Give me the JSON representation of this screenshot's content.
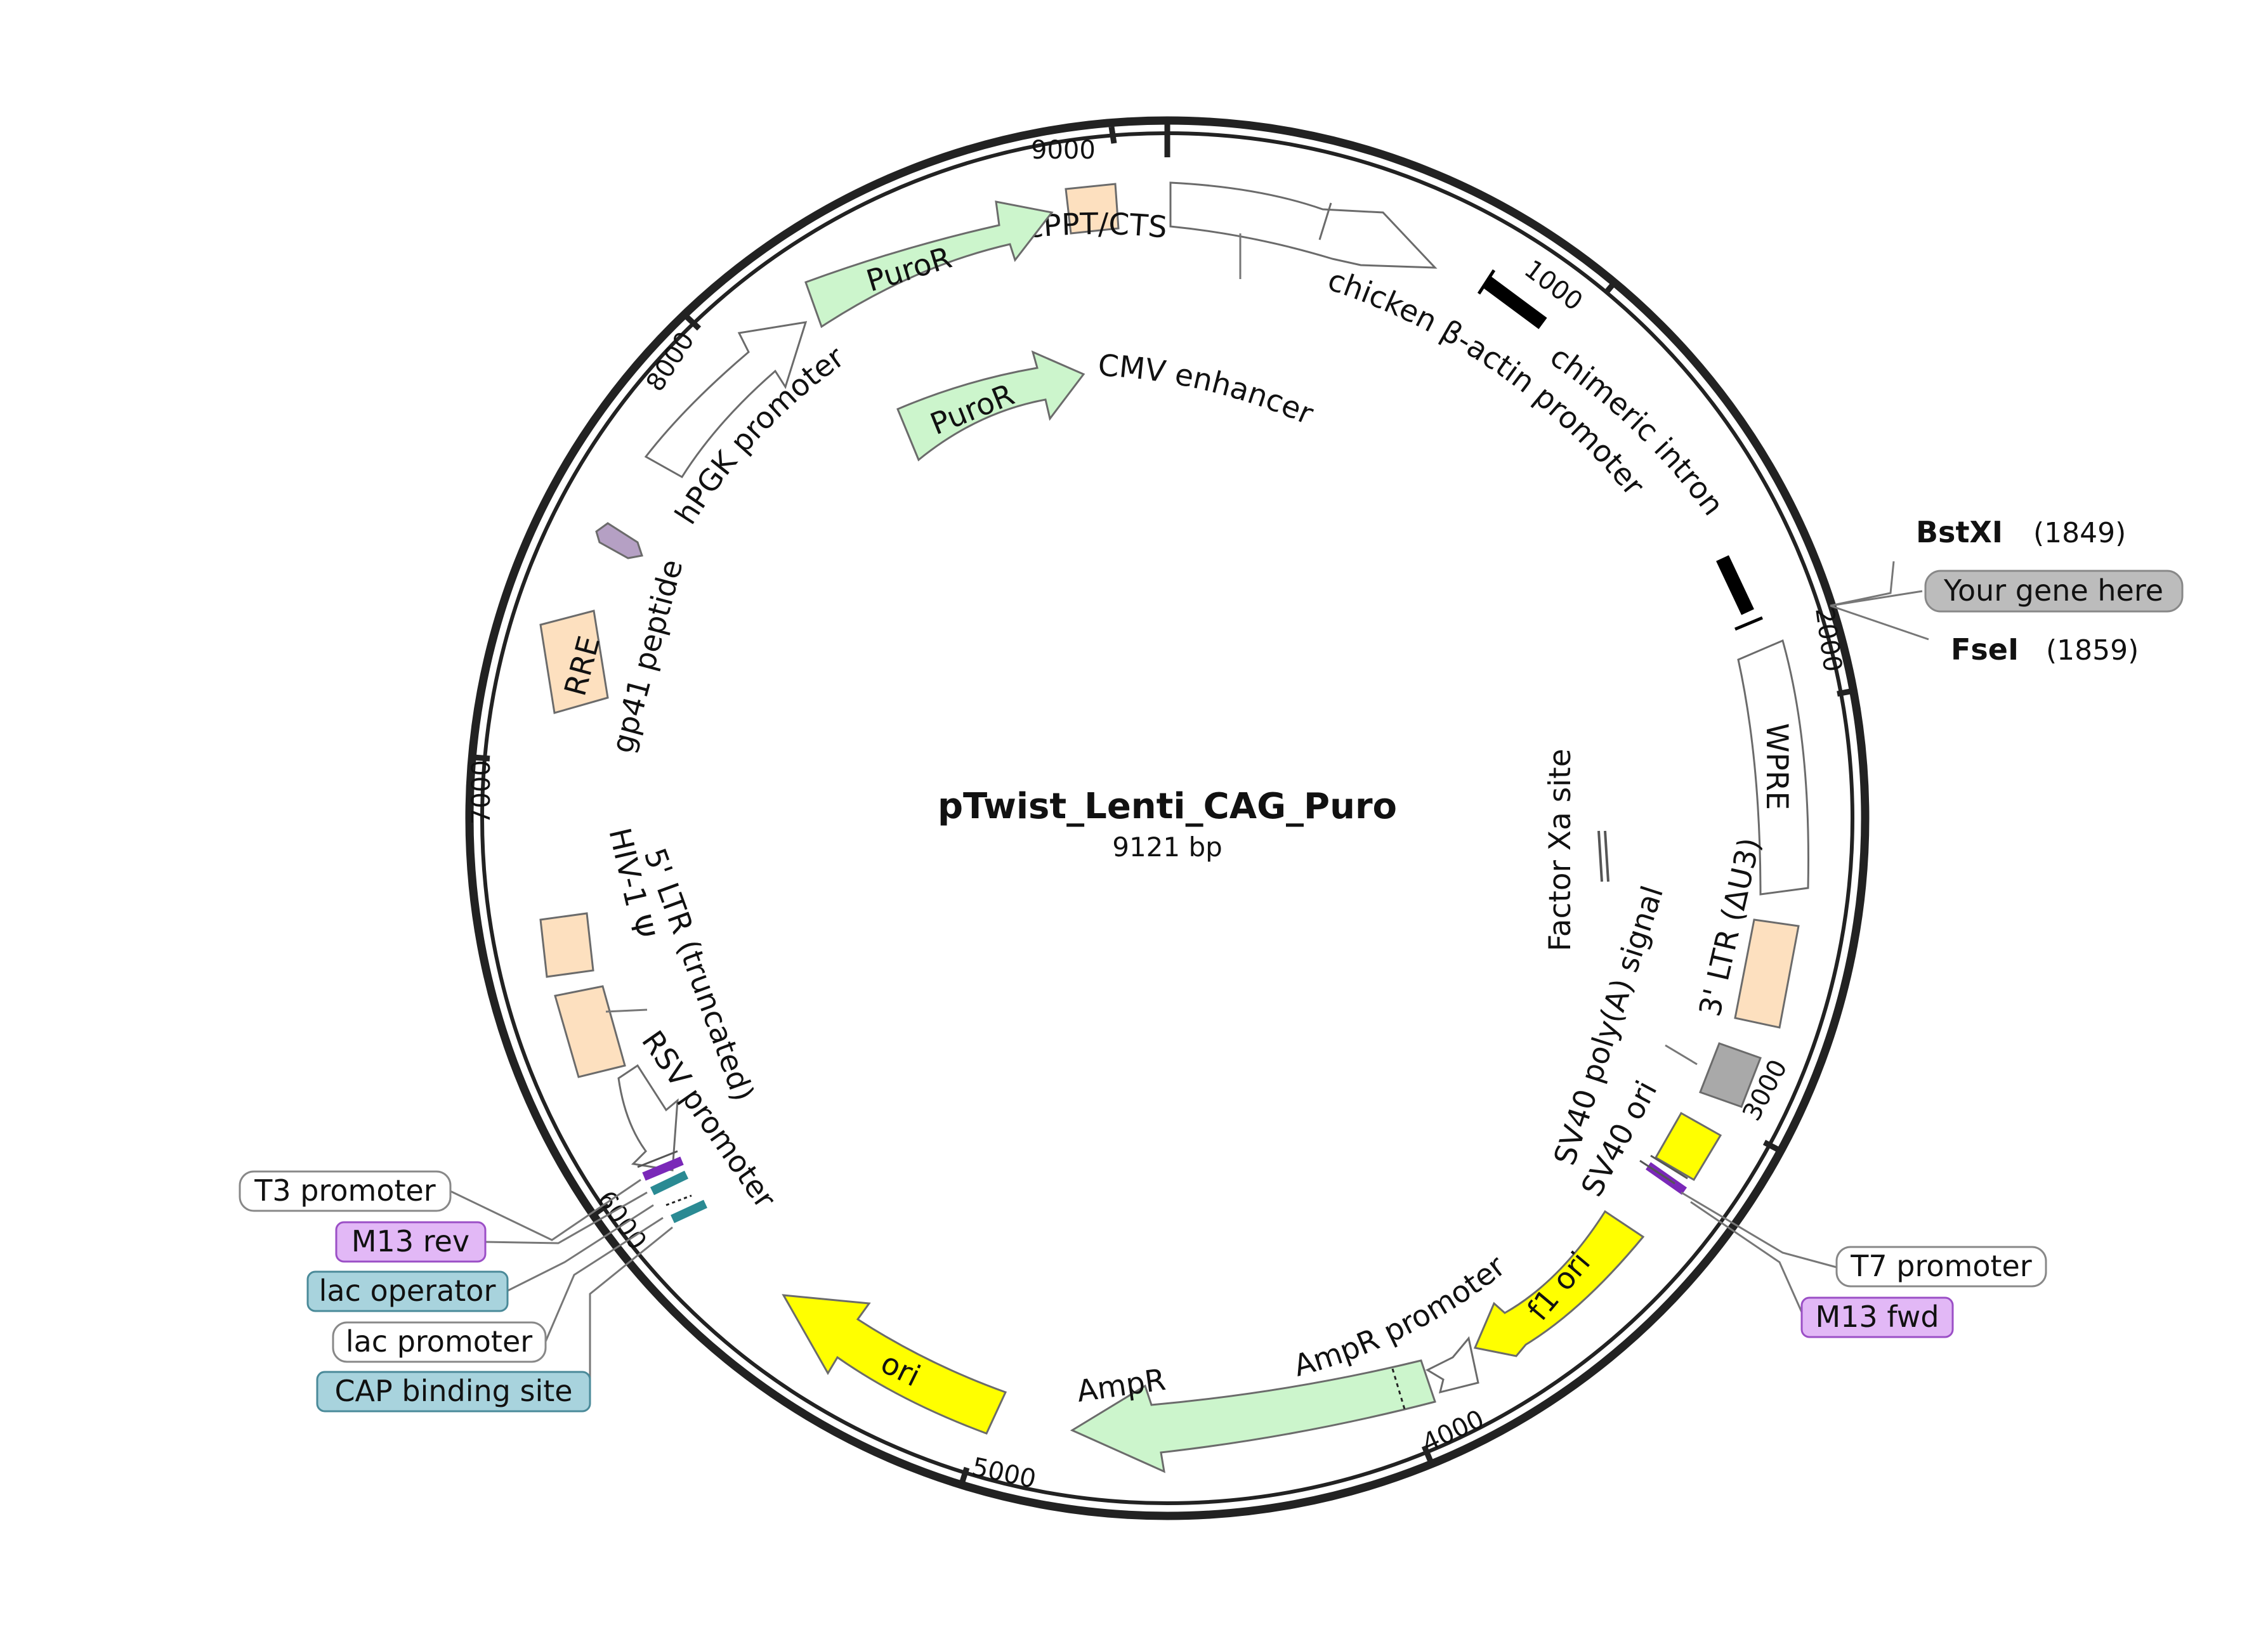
{
  "plasmid": {
    "name": "pTwist_Lenti_CAG_Puro",
    "length": "9121 bp"
  },
  "ticks": [
    "1000",
    "2000",
    "3000",
    "4000",
    "5000",
    "6000",
    "7000",
    "8000",
    "9000"
  ],
  "features": {
    "cmv_enhancer": "CMV enhancer",
    "chicken_actin": "chicken β-actin promoter",
    "chimeric_intron": "chimeric intron",
    "wpre": "WPRE",
    "ltr3": "3' LTR (ΔU3)",
    "sv40_polya": "SV40 poly(A) signal",
    "sv40_ori": "SV40 ori",
    "f1_ori": "f1 ori",
    "ampr_promoter": "AmpR promoter",
    "ampr": "AmpR",
    "ori": "ori",
    "rsv_promoter": "RSV promoter",
    "ltr5": "5' LTR (truncated)",
    "hiv_psi": "HIV-1 Ψ",
    "rre": "RRE",
    "gp41": "gp41 peptide",
    "hpgk": "hPGK promoter",
    "puro_outer": "PuroR",
    "cppt": "cPPT/CTS",
    "puro_inner": "PuroR",
    "factor_xa": "Factor Xa site"
  },
  "sites": {
    "bstxi": {
      "name": "BstXI",
      "pos": "(1849)"
    },
    "gene_here": "Your gene here",
    "fsei": {
      "name": "FseI",
      "pos": "(1859)"
    }
  },
  "external_labels": {
    "t3": "T3 promoter",
    "m13rev": "M13 rev",
    "lac_operator": "lac operator",
    "lac_promoter": "lac promoter",
    "cap": "CAP binding site",
    "t7": "T7 promoter",
    "m13fwd": "M13 fwd"
  },
  "colors": {
    "puro": "#ccf5cc",
    "ori_yellow": "#ffff00",
    "ltr_peach": "#fde0bf",
    "grey_box": "#a9a9a9",
    "purple": "#7a28b8",
    "teal": "#2a8a93",
    "lilac": "#e2b8f6",
    "lightblue": "#a8d3dd",
    "gene_grey": "#bcbcbc"
  }
}
